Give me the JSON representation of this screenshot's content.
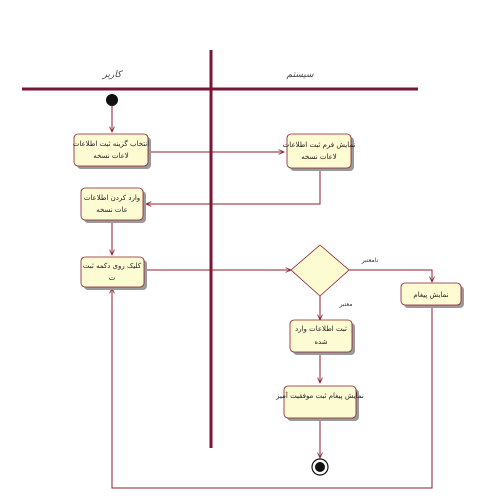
{
  "colors": {
    "swimlane": "#7b1535",
    "node_fill": "#fdfbd2",
    "node_stroke": "#8a1f2e",
    "node_shadow": "#9a9a9a",
    "flow": "#8a1f2e",
    "text": "#222222"
  },
  "swimlanes": {
    "left": "کاربر",
    "right": "سیستم"
  },
  "activities": {
    "select_info": [
      "انتخاب گزینه ثبت اطلاعات",
      "لاعات نسخه"
    ],
    "show_form": [
      "نمایش فرم ثبت اطلاعات",
      "لاعات نسخه"
    ],
    "enter_info": [
      "وارد کردن اطلاعات",
      "عات نسخه"
    ],
    "click_submit": [
      "کلیک روی دکمه ثبت",
      "ت"
    ],
    "save_info": [
      "ثبت اطلاعات وارد",
      "شده"
    ],
    "success_msg": [
      "نمایش پیغام ثبت موفقیت آمیز"
    ],
    "error_msg": [
      "نمایش پیغام"
    ]
  },
  "guards": {
    "invalid": "نامعتبر",
    "valid": "معتبر"
  }
}
